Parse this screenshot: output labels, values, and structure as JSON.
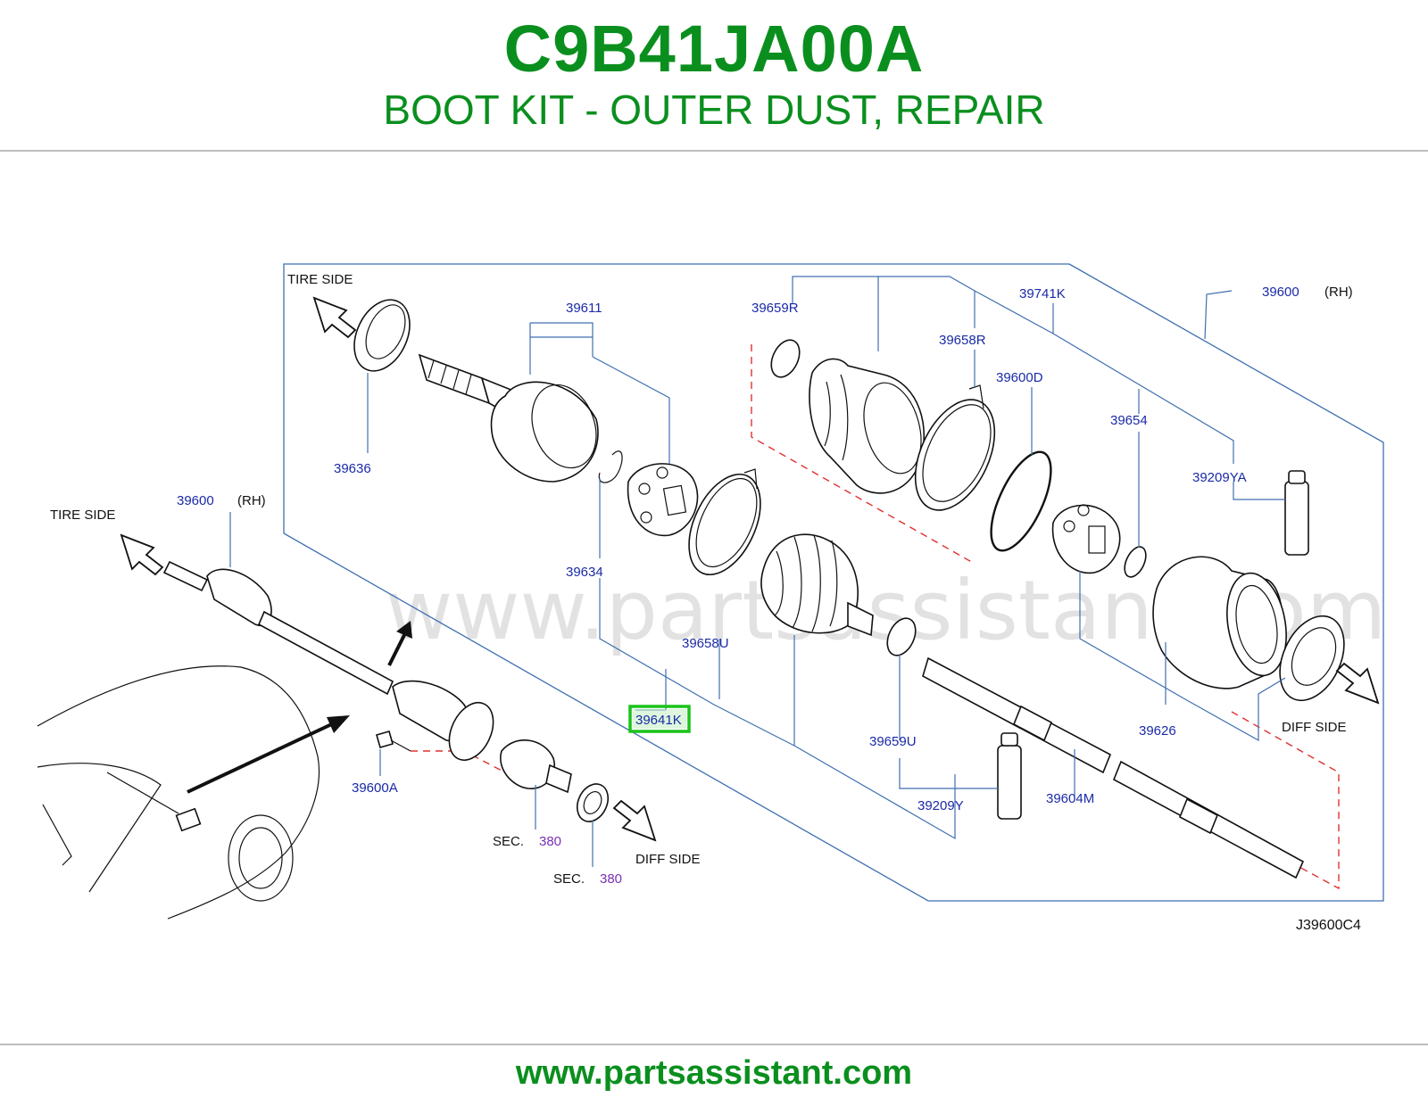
{
  "header": {
    "part_code": "C9B41JA00A",
    "part_description": "BOOT KIT - OUTER DUST, REPAIR"
  },
  "watermark": "www.partsassistant.com",
  "footer": {
    "url": "www.partsassistant.com"
  },
  "diagram": {
    "drawing_id": "J39600C4",
    "highlighted_part": "39641K",
    "highlight_color": "#19c319",
    "text_labels": {
      "tire_side": "TIRE SIDE",
      "diff_side": "DIFF SIDE",
      "rh": "(RH)",
      "sec": "SEC.",
      "sec_num": "380"
    },
    "part_numbers": {
      "p39600": "39600",
      "p39611": "39611",
      "p39636": "39636",
      "p39634": "39634",
      "p39659R": "39659R",
      "p39658R": "39658R",
      "p39741K": "39741K",
      "p39600D": "39600D",
      "p39654": "39654",
      "p39209YA": "39209YA",
      "p39658U": "39658U",
      "p39641K": "39641K",
      "p39659U": "39659U",
      "p39209Y": "39209Y",
      "p39604M": "39604M",
      "p39626": "39626",
      "p39600A": "39600A"
    }
  },
  "colors": {
    "title_green": "#0a8f1e",
    "part_number_blue": "#1a2aa8",
    "section_purple": "#7a2fb5",
    "frame_blue": "#3f6fb0",
    "dashed_red": "#e03030"
  }
}
